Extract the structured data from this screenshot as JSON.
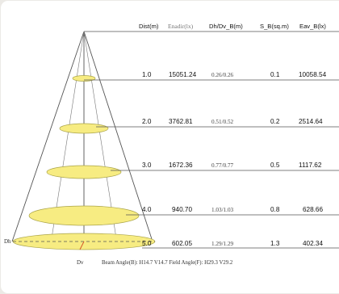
{
  "header": {
    "dist": "Dist(m)",
    "enadir": "Enadir(lx)",
    "dh_dv": "Dh/Dv_B(m)",
    "s_b": "S_B(sq.m)",
    "eav": "Eav_B(lx)"
  },
  "rows": [
    {
      "dist": "1.0",
      "enadir": "15051.24",
      "dh_dv": "0.26/0.26",
      "s_b": "0.1",
      "eav": "10058.54"
    },
    {
      "dist": "2.0",
      "enadir": "3762.81",
      "dh_dv": "0.51/0.52",
      "s_b": "0.2",
      "eav": "2514.64"
    },
    {
      "dist": "3.0",
      "enadir": "1672.36",
      "dh_dv": "0.77/0.77",
      "s_b": "0.5",
      "eav": "1117.62"
    },
    {
      "dist": "4.0",
      "enadir": "940.70",
      "dh_dv": "1.03/1.03",
      "s_b": "0.8",
      "eav": "628.66"
    },
    {
      "dist": "5.0",
      "enadir": "602.05",
      "dh_dv": "1.29/1.29",
      "s_b": "1.3",
      "eav": "402.34"
    }
  ],
  "labels": {
    "dh": "Dh",
    "dv": "Dv",
    "footer": "Beam Angle(B): H14.7 V14.7  Field Angle(F): H29.3 V29.2"
  },
  "colors": {
    "ellipse_fill": "#f7ec82",
    "ellipse_stroke": "#aaa44a",
    "line": "#555555",
    "dv_line": "#d4582a"
  }
}
